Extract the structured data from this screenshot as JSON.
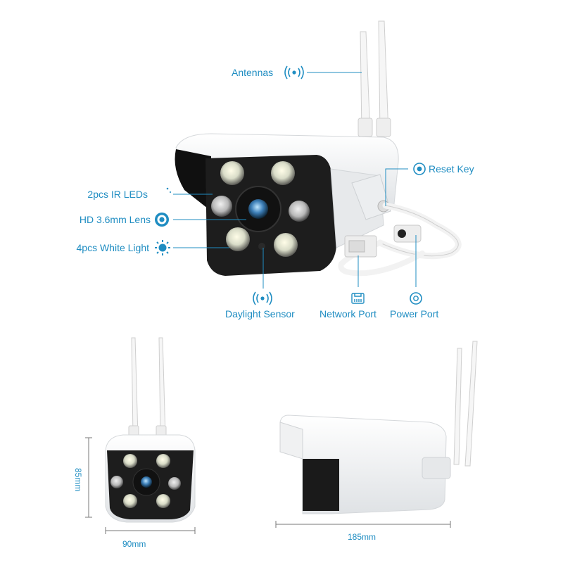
{
  "colors": {
    "accent": "#1f8dc2",
    "body": "#f4f5f6",
    "dark": "#1a1a1a"
  },
  "labels": {
    "antennas": "Antennas",
    "ir_leds": "2pcs IR LEDs",
    "lens": "HD 3.6mm Lens",
    "white_light": "4pcs White Light",
    "reset_key": "Reset Key",
    "daylight_sensor": "Daylight Sensor",
    "network_port": "Network Port",
    "power_port": "Power Port"
  },
  "icons": {
    "antennas": "wifi-signal-icon",
    "ir_leds": "moon-icon",
    "lens": "lens-icon",
    "white_light": "sun-icon",
    "reset_key": "reset-circle-icon",
    "daylight_sensor": "sensor-signal-icon",
    "network_port": "ethernet-icon",
    "power_port": "power-circle-icon"
  },
  "dimensions": {
    "height": "85mm",
    "front_width": "90mm",
    "side_width": "185mm"
  }
}
